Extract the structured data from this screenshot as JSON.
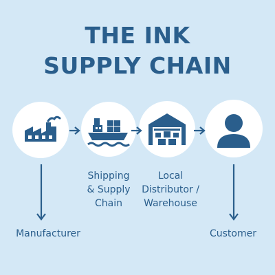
{
  "title": {
    "line1": "THE INK",
    "line2": "SUPPLY CHAIN"
  },
  "nodes": [
    {
      "id": "manufacturer",
      "icon": "factory-icon",
      "label": [
        "Manufacturer"
      ]
    },
    {
      "id": "shipping",
      "icon": "cargo-ship-icon",
      "label": [
        "Shipping",
        "& Supply",
        "Chain"
      ]
    },
    {
      "id": "distributor",
      "icon": "warehouse-icon",
      "label": [
        "Local",
        "Distributor /",
        "Warehouse"
      ]
    },
    {
      "id": "customer",
      "icon": "person-icon",
      "label": [
        "Customer"
      ]
    }
  ],
  "colors": {
    "background": "#d4e8f6",
    "primary": "#2a5e8c",
    "node_fill": "#ffffff"
  }
}
